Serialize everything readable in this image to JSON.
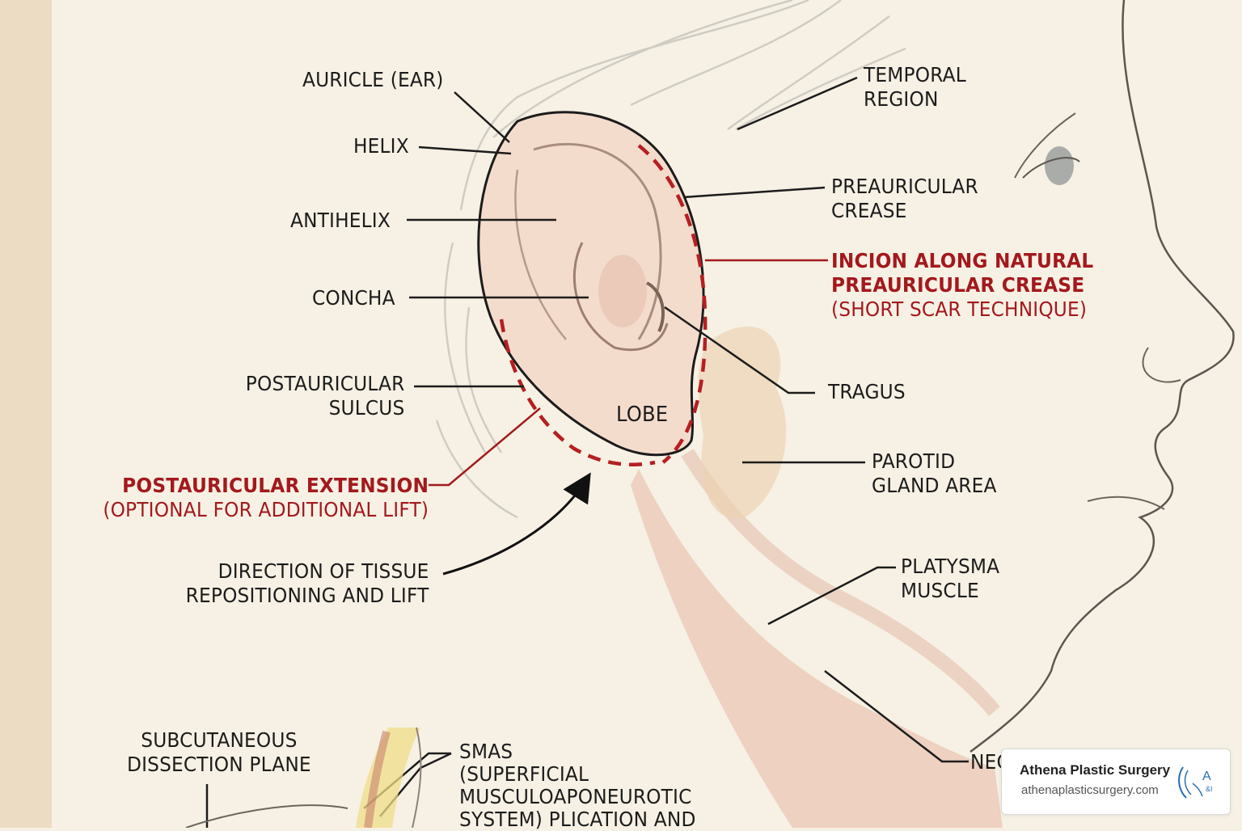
{
  "labels": {
    "auricle": "AURICLE (EAR)",
    "helix": "HELIX",
    "antihelix": "ANTIHELIX",
    "concha": "CONCHA",
    "postauricular_sulcus": [
      "POSTAURICULAR",
      "SULCUS"
    ],
    "postauricular_extension": [
      "POSTAURICULAR EXTENSION",
      "(OPTIONAL FOR ADDITIONAL LIFT)"
    ],
    "direction": [
      "DIRECTION OF TISSUE",
      "REPOSITIONING AND LIFT"
    ],
    "lobe": "LOBE",
    "temporal_region": [
      "TEMPORAL",
      "REGION"
    ],
    "preauricular_crease": [
      "PREAURICULAR",
      "CREASE"
    ],
    "incision": [
      "INCΙΟΝ ALONG NATURAL",
      "PREAURICULAR CREASE",
      "(SHORT SCAR TECHNIQUE)"
    ],
    "tragus": "TRAGUS",
    "parotid": [
      "PAROTID",
      "GLAND AREA"
    ],
    "platysma": [
      "PLATYSMA",
      "MUSCLE"
    ],
    "neck": "NEC",
    "subcutaneous": [
      "SUBCUTANEOUS",
      "DISSECTION PLANE"
    ],
    "smas": [
      "SMAS",
      "(SUPERFICIAL",
      "MUSCULOAPONEUROTIC",
      "SYSTEM) PLICATION AND"
    ]
  },
  "badge": {
    "name": "Athena Plastic Surgery",
    "url": "athenaplasticsurgery.com",
    "logo_mark": "A",
    "logo_sub": "&I"
  },
  "colors": {
    "background": "#f6f1e4",
    "ink": "#1c1c1c",
    "incision_red": "#a3191d",
    "skin": "#f3dccb",
    "muscle": "#e2a595"
  },
  "icons": {
    "direction_arrow": "arrow-icon",
    "badge_logo": "athena-logo-icon"
  }
}
